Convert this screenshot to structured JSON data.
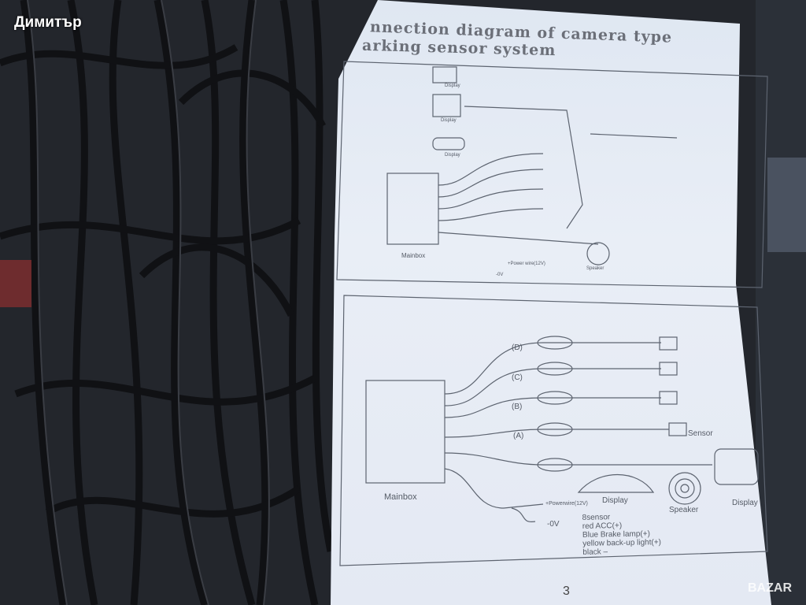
{
  "overlay": {
    "user": "Димитър",
    "watermark": "BAZAR"
  },
  "manual": {
    "title_line1": "nnection diagram of camera type",
    "title_line2": "arking sensor system",
    "page_number": "3",
    "top_diagram": {
      "display1": "Display",
      "display2": "Display",
      "display3": "Display",
      "mainbox": "Mainbox",
      "speaker": "Speaker",
      "power": "+Power wire(12V)",
      "ground": "-0V"
    },
    "bottom_diagram": {
      "ch_d": "(D)",
      "ch_c": "(C)",
      "ch_b": "(B)",
      "ch_a": "(A)",
      "sensor": "Sensor",
      "mainbox": "Mainbox",
      "display_bar": "Display",
      "speaker": "Speaker",
      "display_monitor": "Display",
      "power": "+Powerwire(12V)",
      "ground": "-0V",
      "legend": [
        "8sensor",
        "red ACC(+)",
        "Blue Brake lamp(+)",
        "yellow back-up light(+)",
        "black –"
      ]
    }
  }
}
